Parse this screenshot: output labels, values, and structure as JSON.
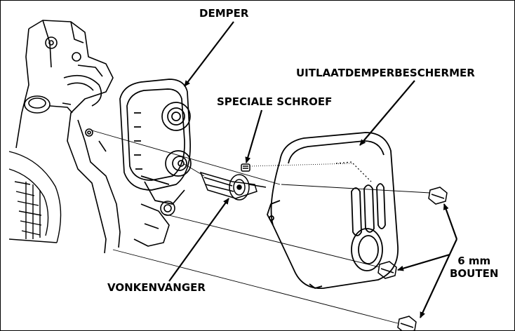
{
  "labels": {
    "demper": "DEMPER",
    "uitlaatdemperbeschermer": "UITLAATDEMPERBESCHERMER",
    "speciale_schroef": "SPECIALE SCHROEF",
    "vonkenvanger": "VONKENVANGER",
    "bouten_size": "6 mm",
    "bouten": "BOUTEN"
  }
}
